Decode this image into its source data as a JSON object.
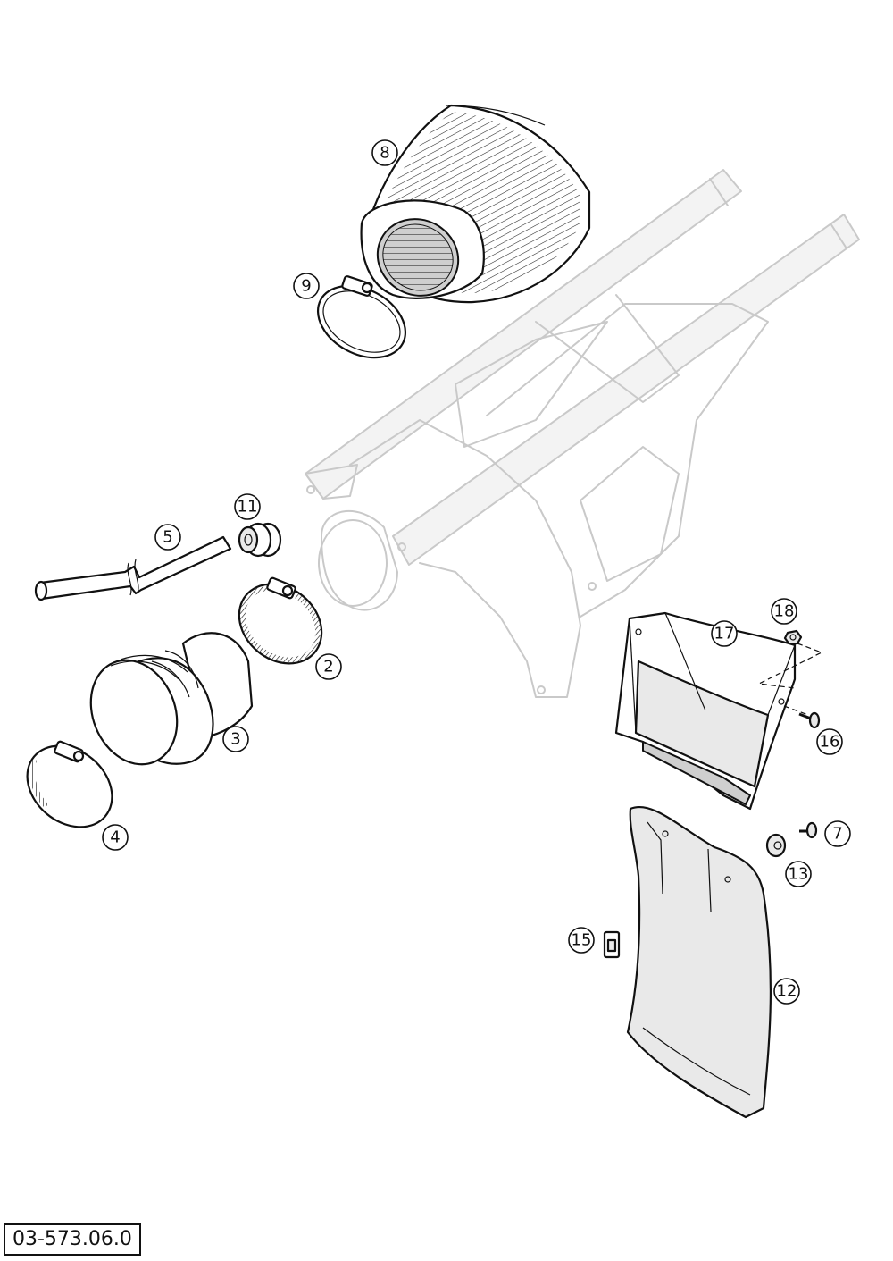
{
  "drawing_number": "03-573.06.0",
  "callouts": [
    {
      "id": "callout-8",
      "label": "8"
    },
    {
      "id": "callout-9",
      "label": "9"
    },
    {
      "id": "callout-11",
      "label": "11"
    },
    {
      "id": "callout-5",
      "label": "5"
    },
    {
      "id": "callout-2",
      "label": "2"
    },
    {
      "id": "callout-3",
      "label": "3"
    },
    {
      "id": "callout-4",
      "label": "4"
    },
    {
      "id": "callout-18",
      "label": "18"
    },
    {
      "id": "callout-17",
      "label": "17"
    },
    {
      "id": "callout-16",
      "label": "16"
    },
    {
      "id": "callout-7",
      "label": "7"
    },
    {
      "id": "callout-13",
      "label": "13"
    },
    {
      "id": "callout-15",
      "label": "15"
    },
    {
      "id": "callout-12",
      "label": "12"
    }
  ]
}
